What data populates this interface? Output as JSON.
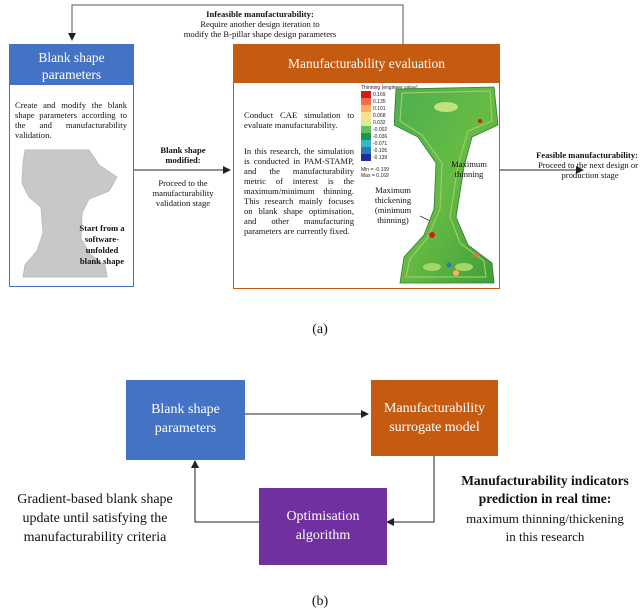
{
  "part_a": {
    "caption": "(a)",
    "feedback": {
      "title": "Infeasible manufacturability:",
      "line1": "Require another design iteration to",
      "line2": "modify the B-pillar shape design parameters"
    },
    "blank_box": {
      "title_line1": "Blank shape",
      "title_line2": "parameters",
      "body": "Create and modify the blank shape parameters according to the and manufacturability validation.",
      "start_line1": "Start from a",
      "start_line2": "software-",
      "start_line3": "unfolded",
      "start_line4": "blank shape",
      "header_color": "#4472C4"
    },
    "mid_arrow": {
      "title_line1": "Blank shape",
      "title_line2": "modified:",
      "text_line1": "Proceed to the",
      "text_line2": "manufacturability",
      "text_line3": "validation stage"
    },
    "eval_box": {
      "title": "Manufacturability evaluation",
      "para1": "Conduct CAE simulation to evaluate manufacturability.",
      "para2": "In this research, the simulation is conducted in PAM-STAMP, and the manufacturability metric of interest is the maximum/minimum thinning. This research mainly focuses on blank shape optimisation, and other manufacturing parameters are currently fixed.",
      "header_color": "#C55A11"
    },
    "legend": {
      "title": "Thinning (engineer value)",
      "values": [
        "0.169",
        "0.135",
        "0.101",
        "0.068",
        "0.032",
        "-0.002",
        "-0.036",
        "-0.071",
        "-0.105",
        "-0.139"
      ],
      "colors": [
        "#d7191c",
        "#f46d43",
        "#fdae61",
        "#fee08b",
        "#d9ef8b",
        "#66bd63",
        "#1a9850",
        "#35b6c9",
        "#2c7bb6",
        "#1b2f9e"
      ],
      "min": "Min = -0.139",
      "max": "Max = 0.169"
    },
    "annotations": {
      "max_thinning_line1": "Maximum",
      "max_thinning_line2": "thinning",
      "max_thickening_line1": "Maximum",
      "max_thickening_line2": "thickening",
      "max_thickening_line3": "(minimum",
      "max_thickening_line4": "thinning)"
    },
    "feasible": {
      "title": "Feasible manufacturability:",
      "line1": "Proceed to the next design or",
      "line2": "production stage"
    }
  },
  "part_b": {
    "caption": "(b)",
    "blank_box": {
      "line1": "Blank shape",
      "line2": "parameters",
      "color": "#4472C4"
    },
    "surrogate_box": {
      "line1": "Manufacturability",
      "line2": "surrogate model",
      "color": "#C55A11"
    },
    "optim_box": {
      "line1": "Optimisation",
      "line2": "algorithm",
      "color": "#7030A0"
    },
    "left_text": {
      "line1": "Gradient-based blank shape",
      "line2": "update until satisfying the",
      "line3": "manufacturability criteria"
    },
    "right_text": {
      "title_line1": "Manufacturability indicators",
      "title_line2": "prediction in real time:",
      "line1": "maximum thinning/thickening",
      "line2": "in this research"
    }
  }
}
